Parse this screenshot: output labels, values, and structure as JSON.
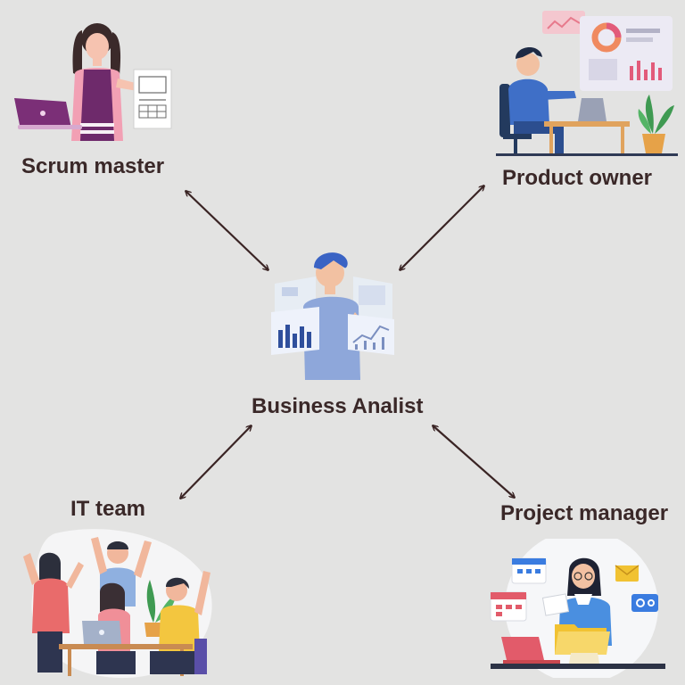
{
  "diagram": {
    "center": {
      "label": "Business Analist"
    },
    "nodes": [
      {
        "id": "scrum",
        "label": "Scrum master"
      },
      {
        "id": "product",
        "label": "Product owner"
      },
      {
        "id": "it",
        "label": "IT team"
      },
      {
        "id": "pm",
        "label": "Project manager"
      }
    ],
    "connections": [
      {
        "from": "center",
        "to": "scrum",
        "style": "double-arrow"
      },
      {
        "from": "center",
        "to": "product",
        "style": "double-arrow"
      },
      {
        "from": "center",
        "to": "it",
        "style": "double-arrow"
      },
      {
        "from": "center",
        "to": "pm",
        "style": "double-arrow"
      }
    ]
  },
  "colors": {
    "background": "#e3e3e2",
    "text": "#3a2828",
    "arrow": "#3a2424",
    "accent_purple": "#6e2a6b",
    "accent_blue": "#4a7fd6",
    "accent_yellow": "#f1c232",
    "accent_pink": "#ef8fa1"
  }
}
